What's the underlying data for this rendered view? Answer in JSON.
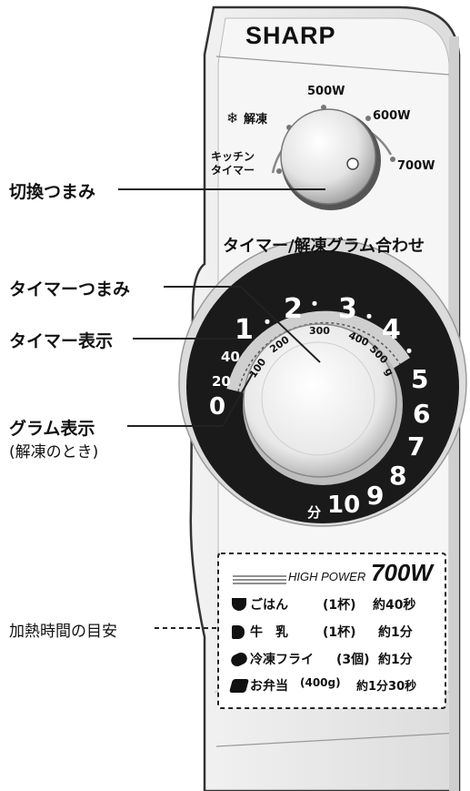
{
  "brand": "SHARP",
  "selector_knob": {
    "positions": [
      "解凍",
      "500W",
      "600W",
      "700W"
    ],
    "timer_label_1": "キッチン",
    "timer_label_2": "タイマー",
    "defrost_symbol": "❄"
  },
  "section_title": "タイマー/解凍グラム合わせ",
  "timer_dial": {
    "minute_numbers": [
      "1",
      "2",
      "3",
      "4",
      "5",
      "6",
      "7",
      "8",
      "9",
      "10"
    ],
    "seconds_numbers": [
      "40",
      "20",
      "0"
    ],
    "minute_unit": "分",
    "gram_numbers": [
      "100",
      "200",
      "300",
      "400",
      "500"
    ],
    "gram_unit": "g",
    "dot": "・"
  },
  "callouts": {
    "selector": "切換つまみ",
    "timer_knob": "タイマーつまみ",
    "timer_display": "タイマー表示",
    "gram_display": "グラム表示",
    "gram_display_sub": "(解凍のとき)",
    "heating_guide": "加熱時間の目安"
  },
  "guide_table": {
    "header_small": "HIGH POWER",
    "header_big": "700W",
    "rows": [
      {
        "icon": "rice-bowl-icon",
        "item": "ごはん",
        "qty": "(1杯)",
        "time": "約40秒"
      },
      {
        "icon": "milk-cup-icon",
        "item": "牛　乳",
        "qty": "(1杯)",
        "time": "約1分"
      },
      {
        "icon": "fried-food-icon",
        "item": "冷凍フライ",
        "qty": "(3個)",
        "time": "約1分"
      },
      {
        "icon": "bento-icon",
        "item": "お弁当",
        "qty": "(400g)",
        "time": "約1分30秒"
      }
    ]
  }
}
